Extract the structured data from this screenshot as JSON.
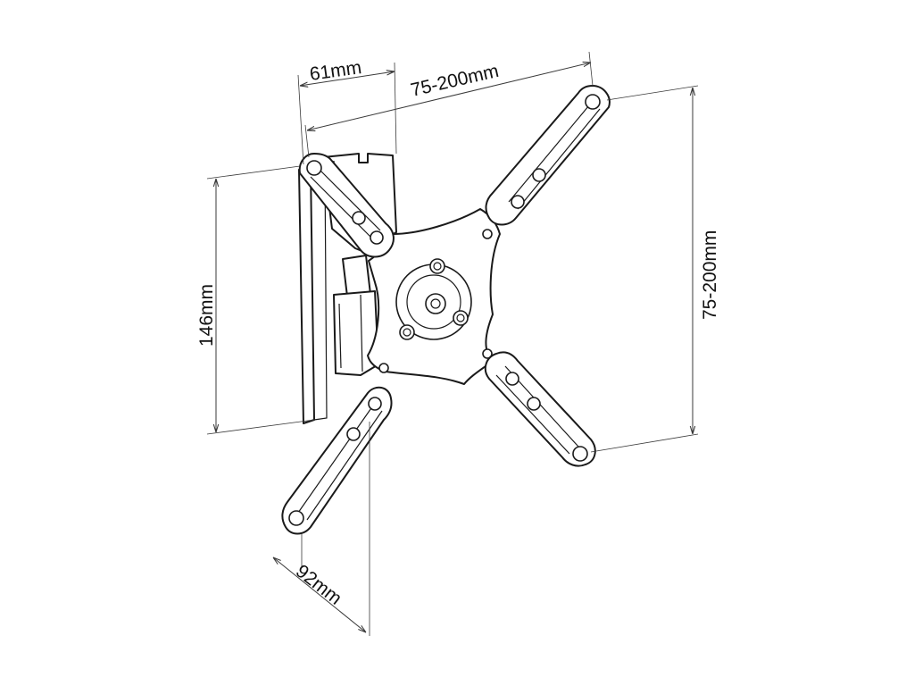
{
  "dimensions": {
    "bracket_depth": "61mm",
    "horizontal_vesa": "75-200mm",
    "vertical_vesa": "75-200mm",
    "wall_plate_height": "146mm",
    "arm_extension": "92mm"
  }
}
